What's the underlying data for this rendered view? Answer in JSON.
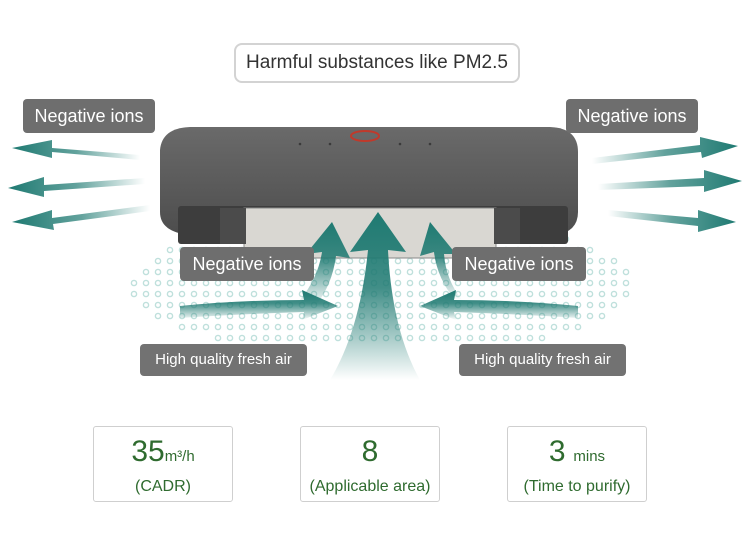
{
  "top_label": "Harmful substances like PM2.5",
  "labels": {
    "neg_ions_top_left": "Negative ions",
    "neg_ions_top_right": "Negative ions",
    "neg_ions_mid_left": "Negative ions",
    "neg_ions_mid_right": "Negative ions",
    "fresh_air_left": "High quality fresh air",
    "fresh_air_right": "High quality fresh air"
  },
  "stats": [
    {
      "value": "35",
      "unit": "m³/h",
      "caption": "(CADR)"
    },
    {
      "value": "8",
      "unit": "",
      "caption": "(Applicable area)"
    },
    {
      "value": "3",
      "unit": "mins",
      "caption": "(Time to purify)"
    }
  ],
  "colors": {
    "arrow_teal": "#1f7a72",
    "device_body": "#5a5a5a",
    "label_bg": "#6e6e6e",
    "stat_text": "#2f6b2f"
  }
}
